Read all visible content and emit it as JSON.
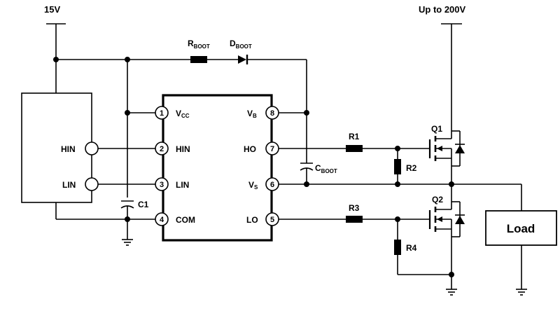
{
  "supply": {
    "left": "15V",
    "right": "Up to 200V"
  },
  "controller": {
    "hin": "HIN",
    "lin": "LIN"
  },
  "ic": {
    "pins": [
      {
        "num": "1",
        "label": "V",
        "sub": "CC"
      },
      {
        "num": "2",
        "label": "HIN",
        "sub": ""
      },
      {
        "num": "3",
        "label": "LIN",
        "sub": ""
      },
      {
        "num": "4",
        "label": "COM",
        "sub": ""
      },
      {
        "num": "8",
        "label": "V",
        "sub": "B"
      },
      {
        "num": "7",
        "label": "HO",
        "sub": ""
      },
      {
        "num": "6",
        "label": "V",
        "sub": "S"
      },
      {
        "num": "5",
        "label": "LO",
        "sub": ""
      }
    ]
  },
  "components": {
    "rboot": {
      "main": "R",
      "sub": "BOOT"
    },
    "dboot": {
      "main": "D",
      "sub": "BOOT"
    },
    "cboot": {
      "main": "C",
      "sub": "BOOT"
    },
    "c1": "C1",
    "r1": "R1",
    "r2": "R2",
    "r3": "R3",
    "r4": "R4",
    "q1": "Q1",
    "q2": "Q2",
    "load": "Load"
  }
}
